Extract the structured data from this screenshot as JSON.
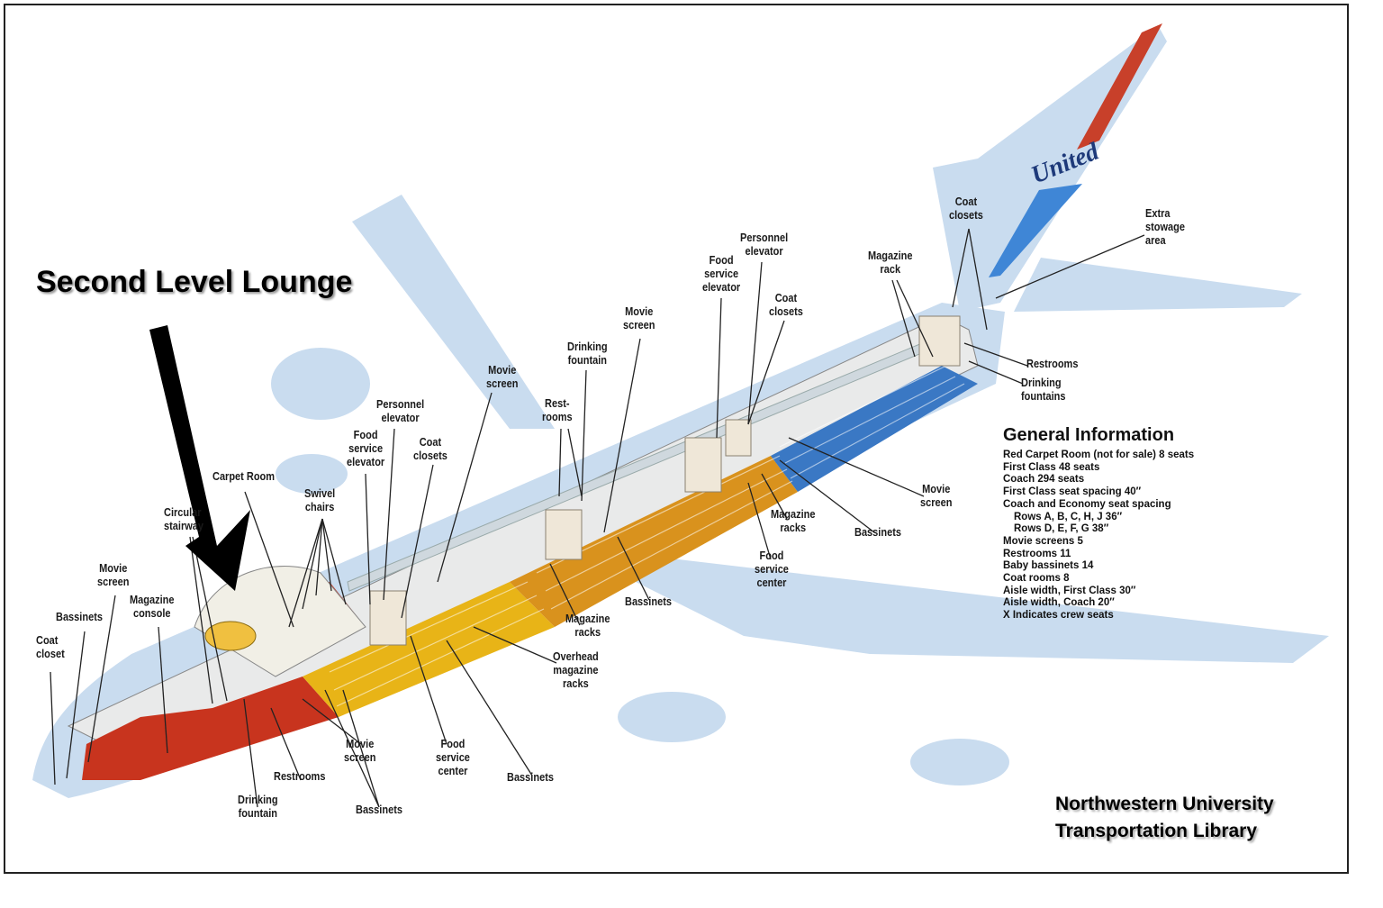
{
  "headline": "Second Level Lounge",
  "tail_logo": "United",
  "general_info": {
    "title": "General Information",
    "items": [
      {
        "text": "Red Carpet Room (not for sale) 8 seats",
        "indent": false
      },
      {
        "text": "First Class 48 seats",
        "indent": false
      },
      {
        "text": "Coach 294 seats",
        "indent": false
      },
      {
        "text": "First Class seat spacing 40″",
        "indent": false
      },
      {
        "text": "Coach and Economy seat spacing",
        "indent": false
      },
      {
        "text": "Rows A, B, C, H, J 36″",
        "indent": true
      },
      {
        "text": "Rows D, E, F, G 38″",
        "indent": true
      },
      {
        "text": "Movie screens 5",
        "indent": false
      },
      {
        "text": "Restrooms 11",
        "indent": false
      },
      {
        "text": "Baby bassinets 14",
        "indent": false
      },
      {
        "text": "Coat rooms 8",
        "indent": false
      },
      {
        "text": "Aisle width, First Class 30″",
        "indent": false
      },
      {
        "text": "Aisle width, Coach 20″",
        "indent": false
      },
      {
        "text": "X  Indicates crew seats",
        "indent": false
      }
    ]
  },
  "credit": {
    "line1": "Northwestern University",
    "line2": "Transportation Library"
  },
  "labels": {
    "coat_closet_front": "Coat\ncloset",
    "bassinets_front": "Bassinets",
    "movie_screen_front": "Movie\nscreen",
    "magazine_console": "Magazine\nconsole",
    "circular_stairway": "Circular\nstairway",
    "carpet_room": "Carpet Room",
    "swivel_chairs": "Swivel\nchairs",
    "drinking_fountain_front": "Drinking\nfountain",
    "restrooms_front": "Restrooms",
    "movie_screen_lower": "Movie\nscreen",
    "bassinets_lower": "Bassinets",
    "food_service_elevator_1": "Food\nservice\nelevator",
    "personnel_elevator_1": "Personnel\nelevator",
    "coat_closets_1": "Coat\nclosets",
    "movie_screen_mid": "Movie\nscreen",
    "food_service_center_1": "Food\nservice\ncenter",
    "bassinets_mid": "Bassinets",
    "overhead_magazine_racks": "Overhead\nmagazine\nracks",
    "magazine_racks_1": "Magazine\nracks",
    "restrooms_mid": "Rest-\nrooms",
    "drinking_fountain_mid": "Drinking\nfountain",
    "movie_screen_mid2": "Movie\nscreen",
    "bassinets_mid2": "Bassinets",
    "food_service_elevator_2": "Food\nservice\nelevator",
    "personnel_elevator_2": "Personnel\nelevator",
    "coat_closets_2": "Coat\nclosets",
    "magazine_racks_2": "Magazine\nracks",
    "food_service_center_2": "Food\nservice\ncenter",
    "bassinets_rear": "Bassinets",
    "movie_screen_rear": "Movie\nscreen",
    "magazine_rack_rear": "Magazine\nrack",
    "coat_closets_rear": "Coat\nclosets",
    "extra_stowage_area": "Extra\nstowage\narea",
    "restrooms_rear": "Restrooms",
    "drinking_fountains_rear": "Drinking\nfountains"
  },
  "colors": {
    "silhouette": "#c9dcef",
    "first_class": "#c8341e",
    "coach_front": "#e8b417",
    "coach_mid": "#d9921d",
    "coach_rear": "#3a78c4",
    "tail_red": "#c8402a",
    "tail_blue": "#3f86d6"
  }
}
